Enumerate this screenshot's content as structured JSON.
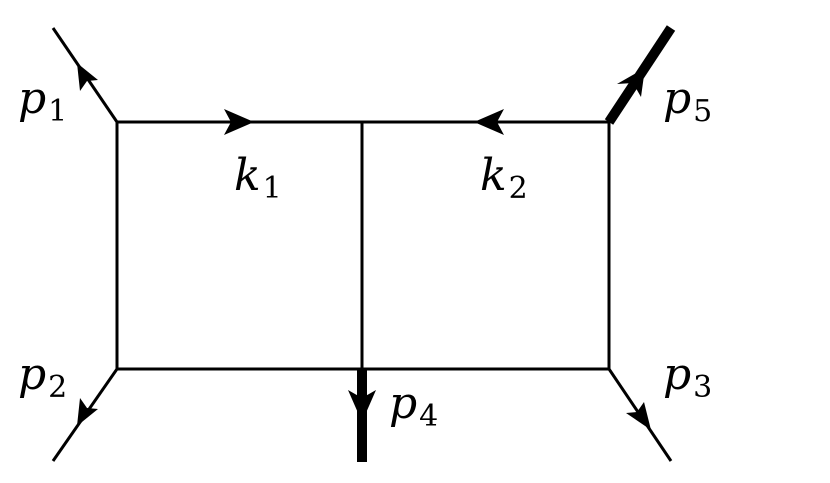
{
  "diagram": {
    "type": "feynman-two-loop-pentabox",
    "stroke_color": "#000000",
    "background": "#ffffff",
    "loop_momenta": [
      {
        "id": "k1",
        "symbol": "k",
        "index": "1",
        "edge": "top-left"
      },
      {
        "id": "k2",
        "symbol": "k",
        "index": "2",
        "edge": "top-right"
      }
    ],
    "external_legs": [
      {
        "id": "p1",
        "symbol": "p",
        "index": "1",
        "corner": "top-left",
        "massive": false
      },
      {
        "id": "p2",
        "symbol": "p",
        "index": "2",
        "corner": "bottom-left",
        "massive": false
      },
      {
        "id": "p3",
        "symbol": "p",
        "index": "3",
        "corner": "bottom-right",
        "massive": false
      },
      {
        "id": "p4",
        "symbol": "p",
        "index": "4",
        "corner": "bottom-middle",
        "massive": true
      },
      {
        "id": "p5",
        "symbol": "p",
        "index": "5",
        "corner": "top-right",
        "massive": true
      }
    ]
  }
}
